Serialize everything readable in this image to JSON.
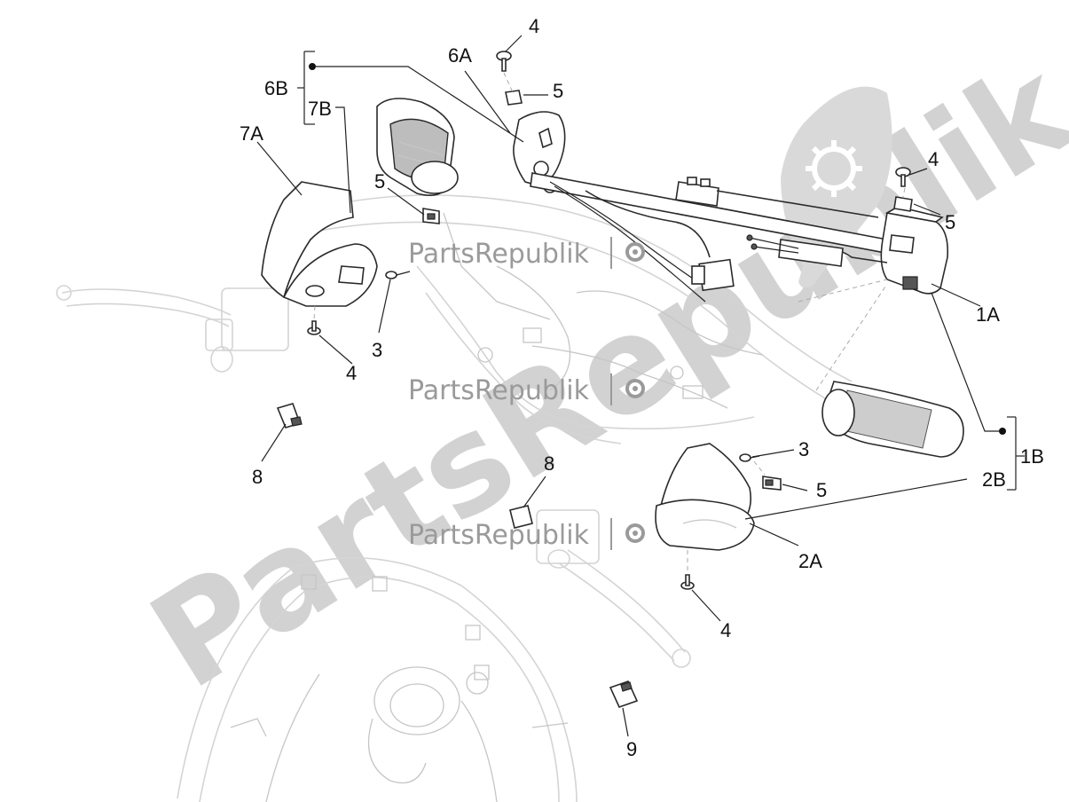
{
  "watermark": {
    "brand_text": "PartsRepublik",
    "large_text": "PartsRepublik"
  },
  "labels": {
    "l4_top": "4",
    "l6A": "6A",
    "l5_top": "5",
    "l6B": "6B",
    "l7B": "7B",
    "l7A": "7A",
    "l5_left": "5",
    "l4_right": "4",
    "l5_right": "5",
    "l1A": "1A",
    "l3_left": "3",
    "l4_left": "4",
    "l8_left": "8",
    "l1B": "1B",
    "l3_right": "3",
    "l2B": "2B",
    "l8_mid": "8",
    "l5_mid": "5",
    "l2A": "2A",
    "l4_bottom": "4",
    "l9": "9"
  }
}
